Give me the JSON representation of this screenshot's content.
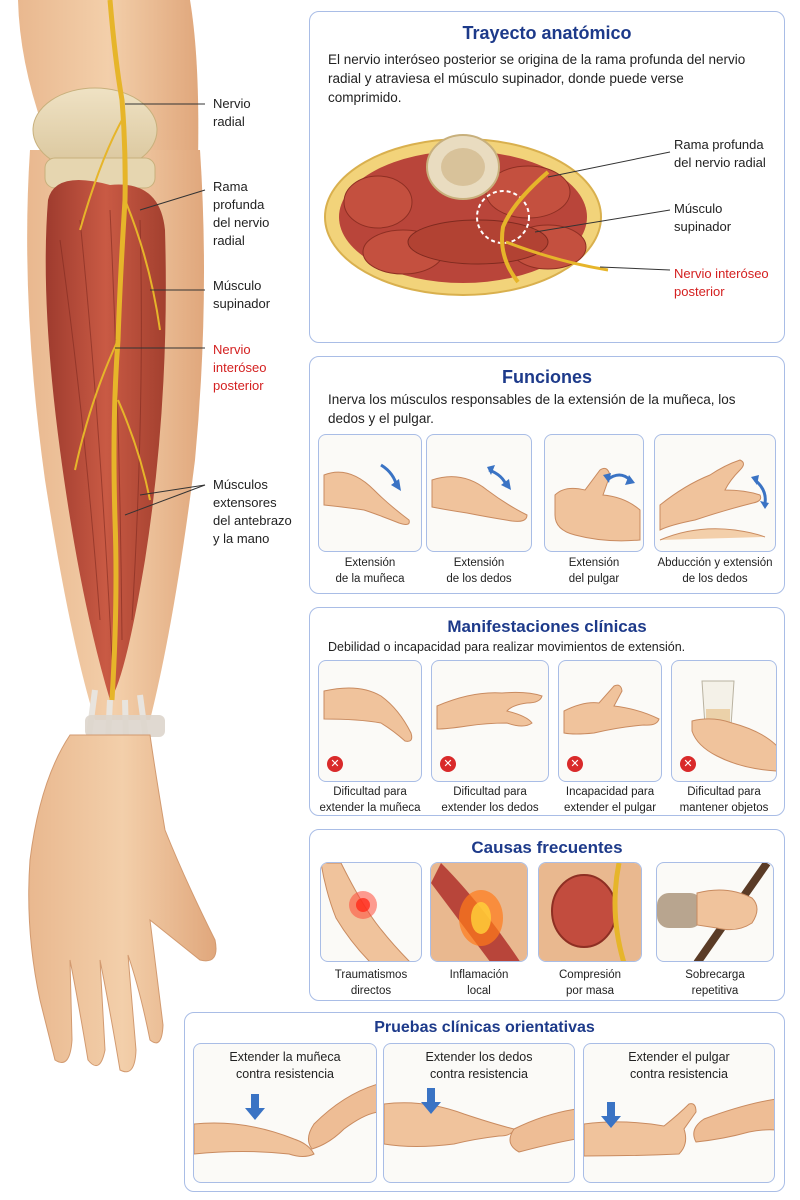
{
  "colors": {
    "title_blue": "#1d3a8a",
    "panel_border": "#a9bde6",
    "nerve_yellow": "#e6b52a",
    "muscle_red": "#b8453a",
    "highlight_red": "#d42020",
    "arrow_blue": "#3a73c4",
    "error_red": "#d92a2a"
  },
  "anatomy_labels": {
    "nervio_radial": "Nervio\nradial",
    "rama_profunda": "Rama\nprofunda\ndel nervio\nradial",
    "musculo_supinador": "Músculo\nsupinador",
    "nervio_interoseo": "Nervio\ninteróseo\nposterior",
    "musculos_extensores": "Músculos\nextensores\ndel antebrazo\ny la mano"
  },
  "trayecto": {
    "title": "Trayecto anatómico",
    "text": "El nervio interóseo posterior se origina de la rama profunda del nervio radial y atraviesa el músculo supinador, donde puede verse comprimido.",
    "labels": {
      "rama": "Rama profunda\ndel nervio radial",
      "supinador": "Músculo\nsupinador",
      "interoseo": "Nervio interóseo\nposterior"
    }
  },
  "funciones": {
    "title": "Funciones",
    "text": "Inerva los músculos responsables de la extensión de la muñeca, los dedos y el pulgar.",
    "items": [
      {
        "caption": "Extensión\nde la muñeca",
        "icon": "wrist-extension-hand"
      },
      {
        "caption": "Extensión\nde los dedos",
        "icon": "finger-extension-hand"
      },
      {
        "caption": "Extensión\ndel pulgar",
        "icon": "thumb-extension-hand"
      },
      {
        "caption": "Abducción y extensión\nde los dedos",
        "icon": "finger-abduction-hand"
      }
    ]
  },
  "manifestaciones": {
    "title": "Manifestaciones clínicas",
    "text": "Debilidad o incapacidad para realizar movimientos de extensión.",
    "items": [
      {
        "caption": "Dificultad para\nextender la muñeca",
        "icon": "wrist-drop-hand"
      },
      {
        "caption": "Dificultad para\nextender los dedos",
        "icon": "finger-drop-hand"
      },
      {
        "caption": "Incapacidad para\nextender el pulgar",
        "icon": "flat-thumb-hand"
      },
      {
        "caption": "Dificultad para\nmantener objetos",
        "icon": "hand-holding-cup"
      }
    ]
  },
  "causas": {
    "title": "Causas frecuentes",
    "items": [
      {
        "caption": "Traumatismos\ndirectos",
        "icon": "wrist-trauma"
      },
      {
        "caption": "Inflamación\nlocal",
        "icon": "muscle-inflammation"
      },
      {
        "caption": "Compresión\npor masa",
        "icon": "mass-compression"
      },
      {
        "caption": "Sobrecarga\nrepetitiva",
        "icon": "hand-with-tool"
      }
    ]
  },
  "pruebas": {
    "title": "Pruebas clínicas orientativas",
    "items": [
      {
        "text": "Extender la muñeca\ncontra resistencia",
        "icon": "wrist-resistance-test"
      },
      {
        "text": "Extender los dedos\ncontra resistencia",
        "icon": "finger-resistance-test"
      },
      {
        "text": "Extender el pulgar\ncontra resistencia",
        "icon": "thumb-resistance-test"
      }
    ]
  }
}
